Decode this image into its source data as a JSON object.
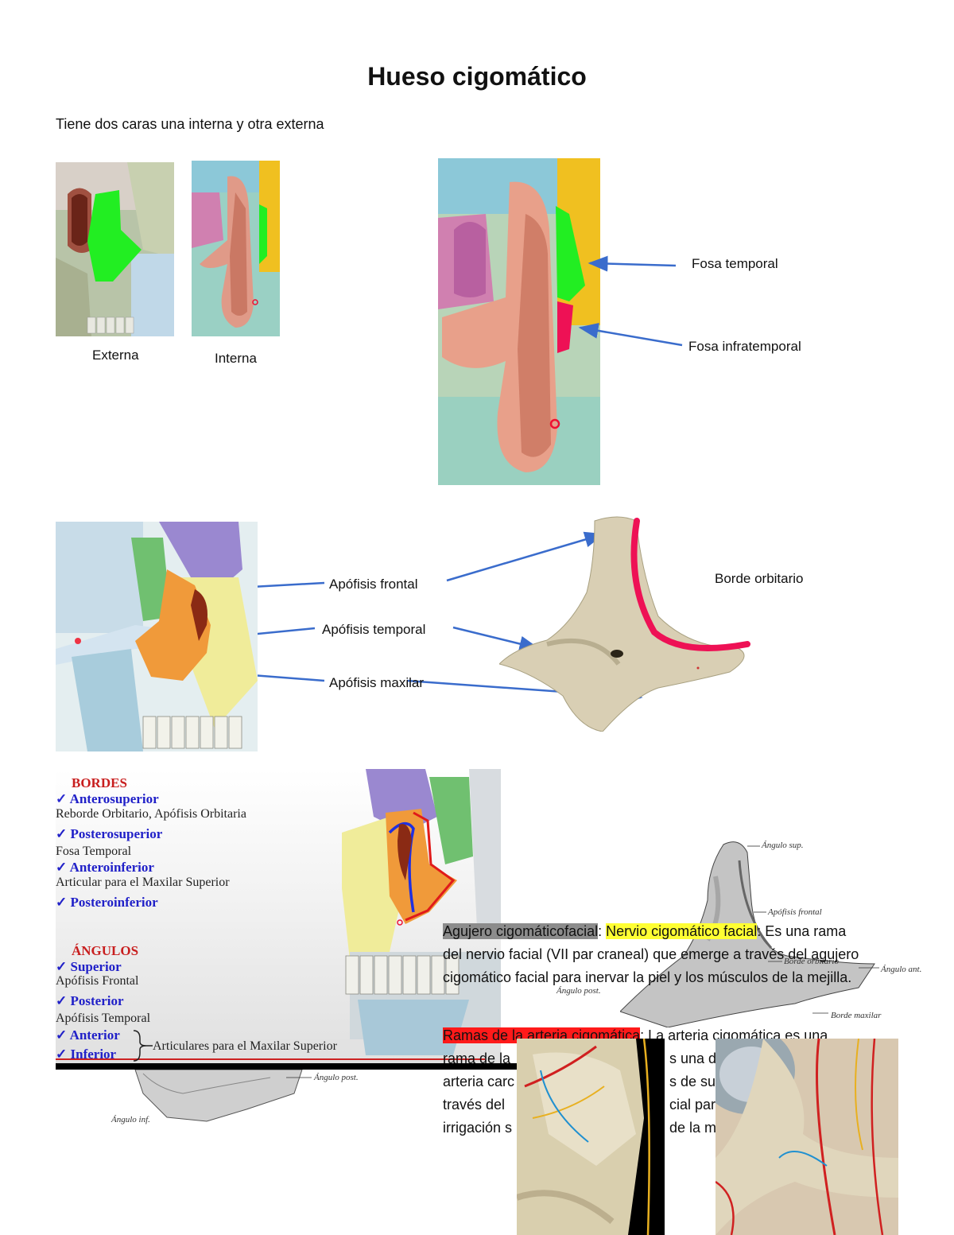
{
  "title": "Hueso cigomático",
  "intro": "Tiene dos caras una interna y otra externa",
  "faces": {
    "externa": "Externa",
    "interna": "Interna"
  },
  "fossa_labels": {
    "temporal": "Fosa temporal",
    "infratemporal": "Fosa infratemporal"
  },
  "process_labels": {
    "frontal": "Apófisis frontal",
    "temporal": "Apófisis temporal",
    "maxilar": "Apófisis maxilar",
    "borde_orbitario": "Borde orbitario"
  },
  "bordes_panel": {
    "bordes_title": "BORDES",
    "anterosuperior": "Anterosuperior",
    "anterosuperior_desc": "Reborde Orbitario, Apófisis Orbitaria",
    "posterosuperior": "Posterosuperior",
    "posterosuperior_desc": "Fosa Temporal",
    "anteroinferior": "Anteroinferior",
    "anteroinferior_desc": "Articular para el Maxilar Superior",
    "posteroinferior": "Posteroinferior",
    "angulos_title": "ÁNGULOS",
    "superior": "Superior",
    "superior_desc": "Apófisis Frontal",
    "posterior": "Posterior",
    "posterior_desc": "Apófisis Temporal",
    "anterior": "Anterior",
    "inferior": "Inferior",
    "articulares": "Articulares para el Maxilar Superior"
  },
  "bone_labels": {
    "angulo_sup": "Ángulo sup.",
    "apofisis_frontal": "Apófisis frontal",
    "borde_orbitario": "Borde orbitario",
    "angulo_ant": "Ángulo ant.",
    "angulo_post": "Ángulo post.",
    "borde_maxilar": "Borde maxilar",
    "angulo_inf": "Ángulo inf."
  },
  "agujero": {
    "term": "Agujero cigomáticofacial",
    "sep1": ": ",
    "nerve": "Nervio cigomático facial",
    "sep2": ":",
    "text": " Es una rama del nervio facial (VII par craneal) que emerge a través del agujero cigomático facial para inervar la piel y los músculos de la mejilla."
  },
  "ramas": {
    "term": "Ramas de la arteria cigomática",
    "sep": ":",
    "line1": " La arteria cigomática es una",
    "line2": "rama de la",
    "line2b": "s una d",
    "line3": "arteria carc",
    "line3b": "s de sus",
    "line4": "través del",
    "line4b": "cial para",
    "line5": "irrigación s",
    "line5b": "de la m"
  },
  "colors": {
    "bone_salmon": "#e8a08a",
    "highlight_green": "#22ee22",
    "highlight_red": "#ee1155",
    "arrow_blue": "#3a6ccc",
    "bone_beige": "#d9cfb4",
    "orange_bone": "#f09a3a"
  }
}
